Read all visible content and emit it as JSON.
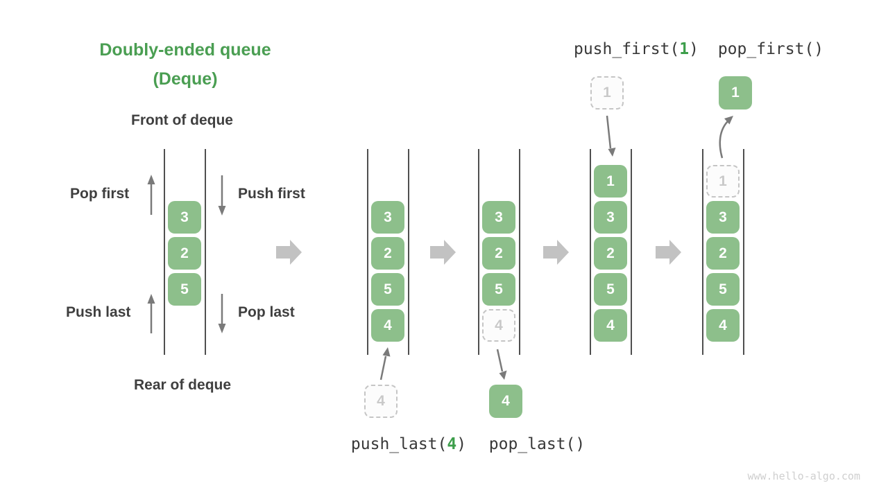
{
  "title": {
    "line1": "Doubly-ended queue",
    "line2": "(Deque)"
  },
  "labels": {
    "front": "Front of deque",
    "rear": "Rear of deque",
    "pop_first": "Pop first",
    "push_first": "Push first",
    "push_last": "Push last",
    "pop_last": "Pop last"
  },
  "operations": {
    "push_last": {
      "prefix": "push_last(",
      "arg": "4",
      "suffix": ")"
    },
    "pop_last": "pop_last()",
    "push_first": {
      "prefix": "push_first(",
      "arg": "1",
      "suffix": ")"
    },
    "pop_first": "pop_first()"
  },
  "queues": {
    "legend": {
      "cells": [
        "3",
        "2",
        "5"
      ]
    },
    "after_push_last": {
      "cells": [
        "3",
        "2",
        "5",
        "4"
      ]
    },
    "during_pop_last": {
      "cells": [
        "3",
        "2",
        "5",
        "4"
      ]
    },
    "after_push_first": {
      "cells": [
        "1",
        "3",
        "2",
        "5",
        "4"
      ]
    },
    "during_pop_first": {
      "cells": [
        "1",
        "3",
        "2",
        "5",
        "4"
      ]
    }
  },
  "floating_cells": {
    "push_last_source": "4",
    "pop_last_result": "4",
    "push_first_source": "1",
    "pop_first_result": "1"
  },
  "watermark": "www.hello-algo.com",
  "colors": {
    "accent_green": "#4a9e52",
    "cell_green": "#8dbf8b",
    "text_dark": "#3f3f3f",
    "thin_arrow_gray": "#7a7a7a",
    "flow_arrow_gray": "#c2c2c2",
    "dashed_gray": "#c5c5c5",
    "wall_gray": "#4f4f4f"
  }
}
